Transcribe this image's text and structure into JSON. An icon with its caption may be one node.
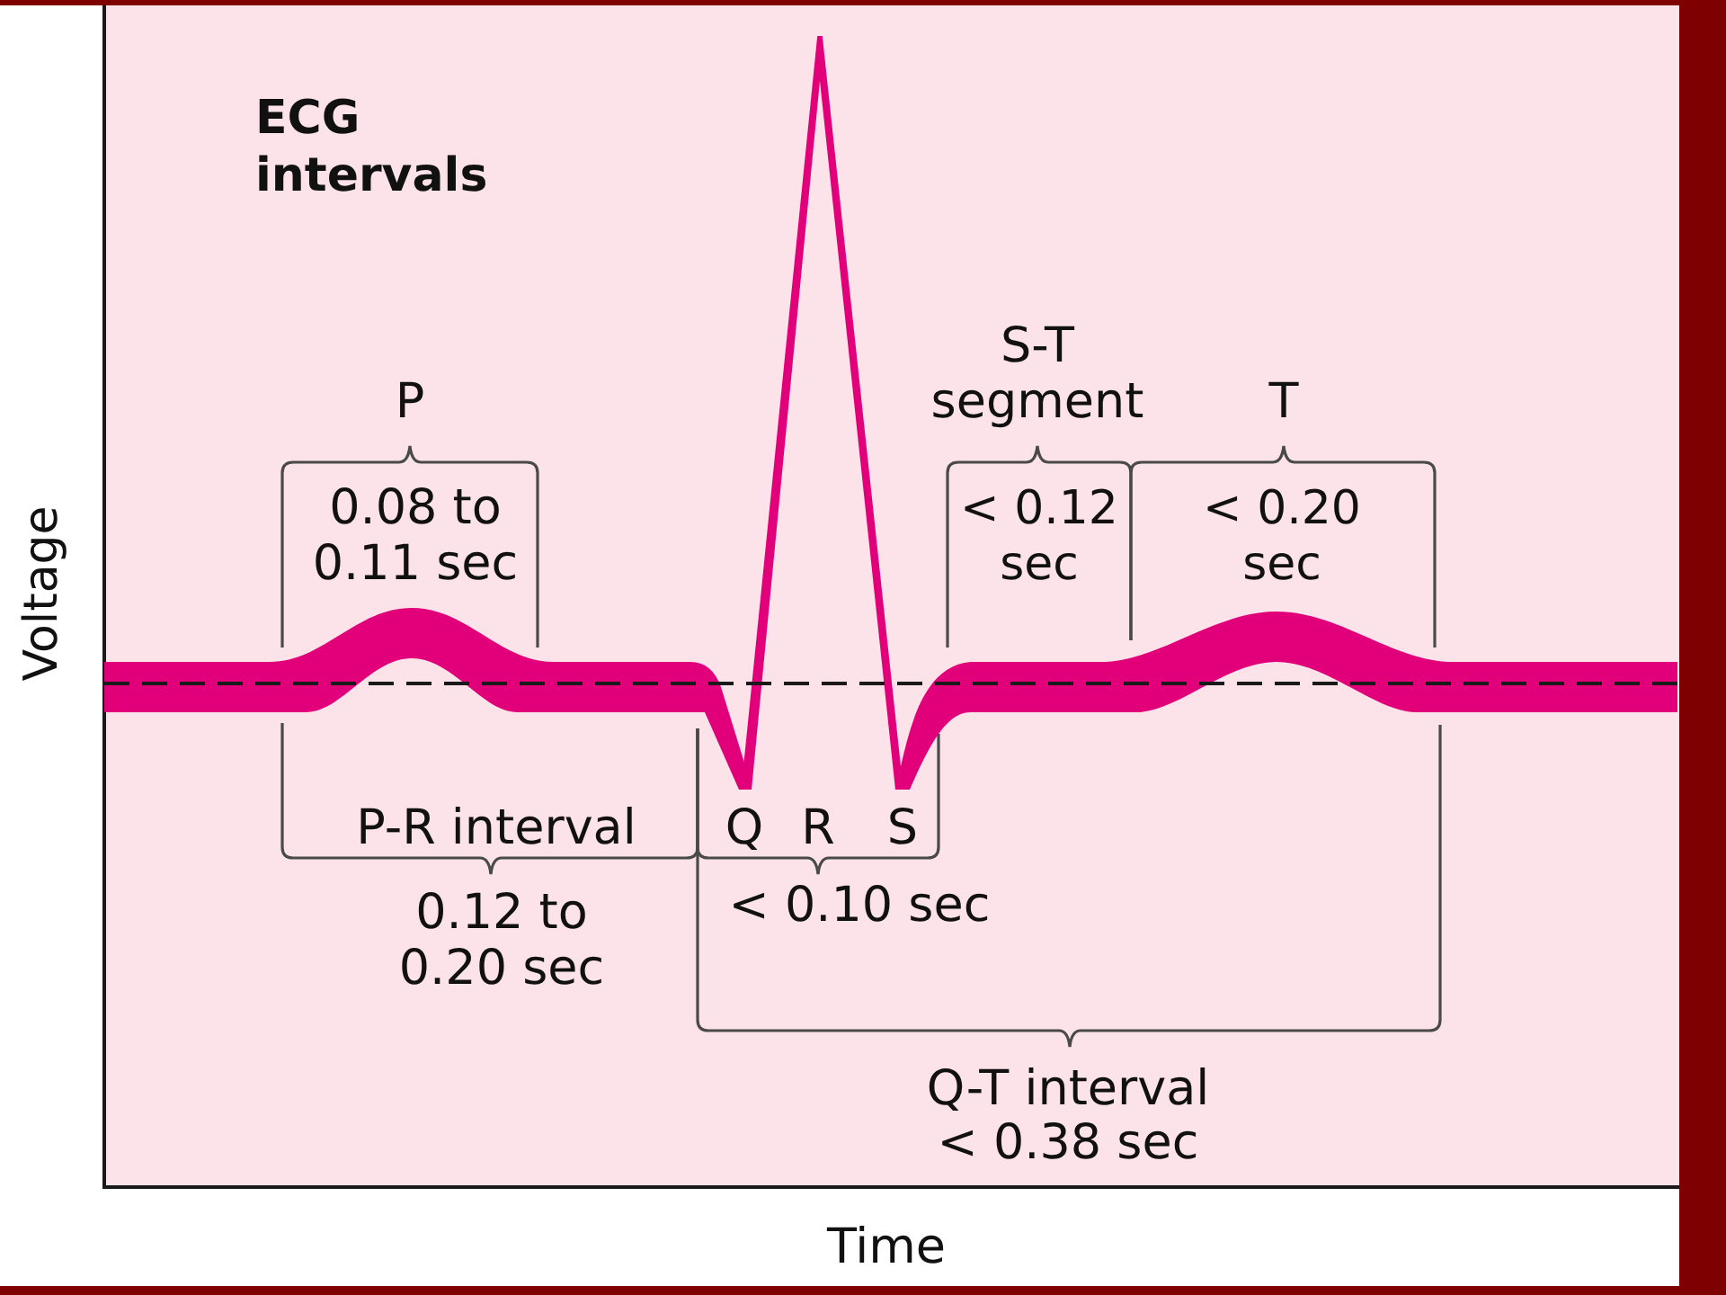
{
  "diagram": {
    "title": "ECG intervals",
    "labels": [
      "Voltage",
      "P",
      "0.08 to 0.11 sec",
      "S-T segment",
      "T",
      "< 0.12 sec",
      "< 0.20 sec",
      "P-R interval",
      "Q",
      "R",
      "S",
      "0.12 to 0.20 sec",
      "< 0.10 sec",
      "Q-T interval",
      "< 0.38 sec",
      "Time"
    ]
  }
}
